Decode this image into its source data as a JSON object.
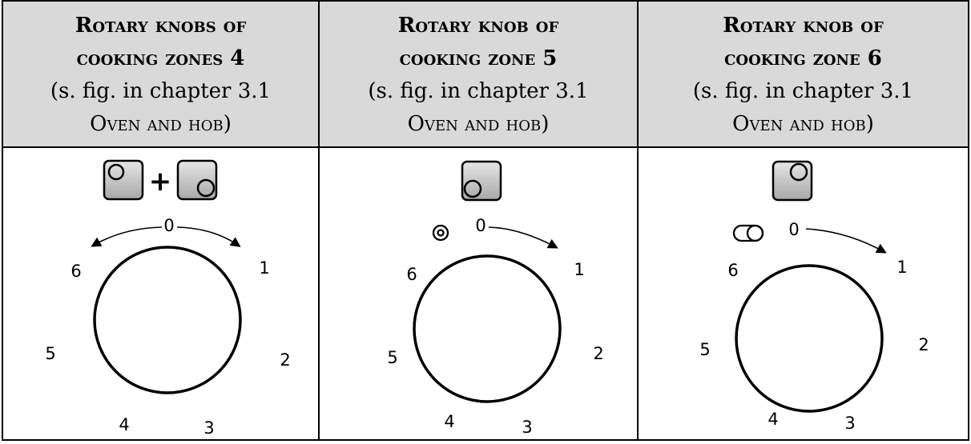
{
  "columns": [
    {
      "title_line1": "Rotary knobs of",
      "title_line2": "cooking zones 4",
      "ref_line1": "(s. fig. in chapter 3.1",
      "ref_line2": "Oven and hob)",
      "icon_combiner": "+",
      "icons": [
        "zone-top-left-icon",
        "zone-bottom-right-icon"
      ],
      "extra_icon": "",
      "scale": {
        "zero": "0",
        "n1": "1",
        "n2": "2",
        "n3": "3",
        "n4": "4",
        "n5": "5",
        "n6": "6"
      },
      "arrows": [
        "left",
        "right"
      ]
    },
    {
      "title_line1": "Rotary knob of",
      "title_line2": "cooking zone 5",
      "ref_line1": "(s. fig. in chapter 3.1",
      "ref_line2": "Oven and hob)",
      "icons": [
        "zone-bottom-left-icon"
      ],
      "extra_icon": "dual-circuit-icon",
      "scale": {
        "zero": "0",
        "n1": "1",
        "n2": "2",
        "n3": "3",
        "n4": "4",
        "n5": "5",
        "n6": "6"
      },
      "arrows": [
        "right"
      ]
    },
    {
      "title_line1": "Rotary knob of",
      "title_line2": "cooking zone 6",
      "ref_line1": "(s. fig. in chapter 3.1",
      "ref_line2": "Oven and hob)",
      "icons": [
        "zone-top-right-icon"
      ],
      "extra_icon": "oval-zone-icon",
      "scale": {
        "zero": "0",
        "n1": "1",
        "n2": "2",
        "n3": "3",
        "n4": "4",
        "n5": "5",
        "n6": "6"
      },
      "arrows": [
        "right"
      ]
    }
  ]
}
